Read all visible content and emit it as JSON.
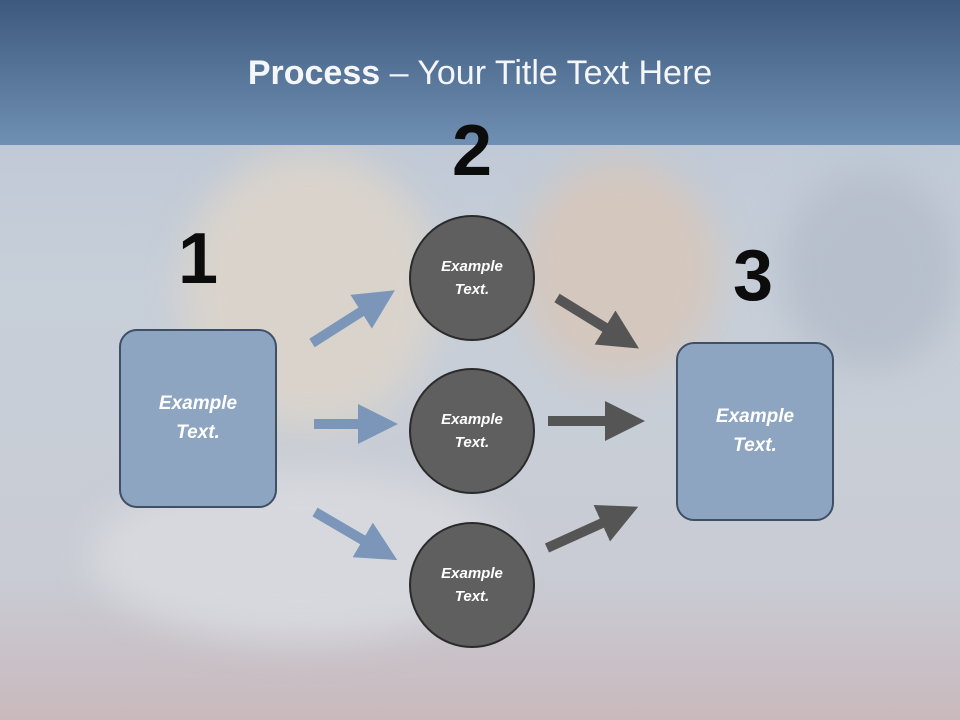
{
  "slide": {
    "title_bold": "Process",
    "title_rest": " – Your Title Text Here"
  },
  "steps": {
    "num1": "1",
    "num2": "2",
    "num3": "3"
  },
  "left_box": {
    "text": "Example Text."
  },
  "circles": [
    {
      "text": "Example Text."
    },
    {
      "text": "Example Text."
    },
    {
      "text": "Example Text."
    }
  ],
  "right_box": {
    "text": "Example Text."
  },
  "colors": {
    "header": "#4f6d93",
    "box_fill": "#8ea5c1",
    "circle_fill": "#5f5f5f",
    "blue_arrow": "#7b96b8",
    "dark_arrow": "#555555"
  }
}
